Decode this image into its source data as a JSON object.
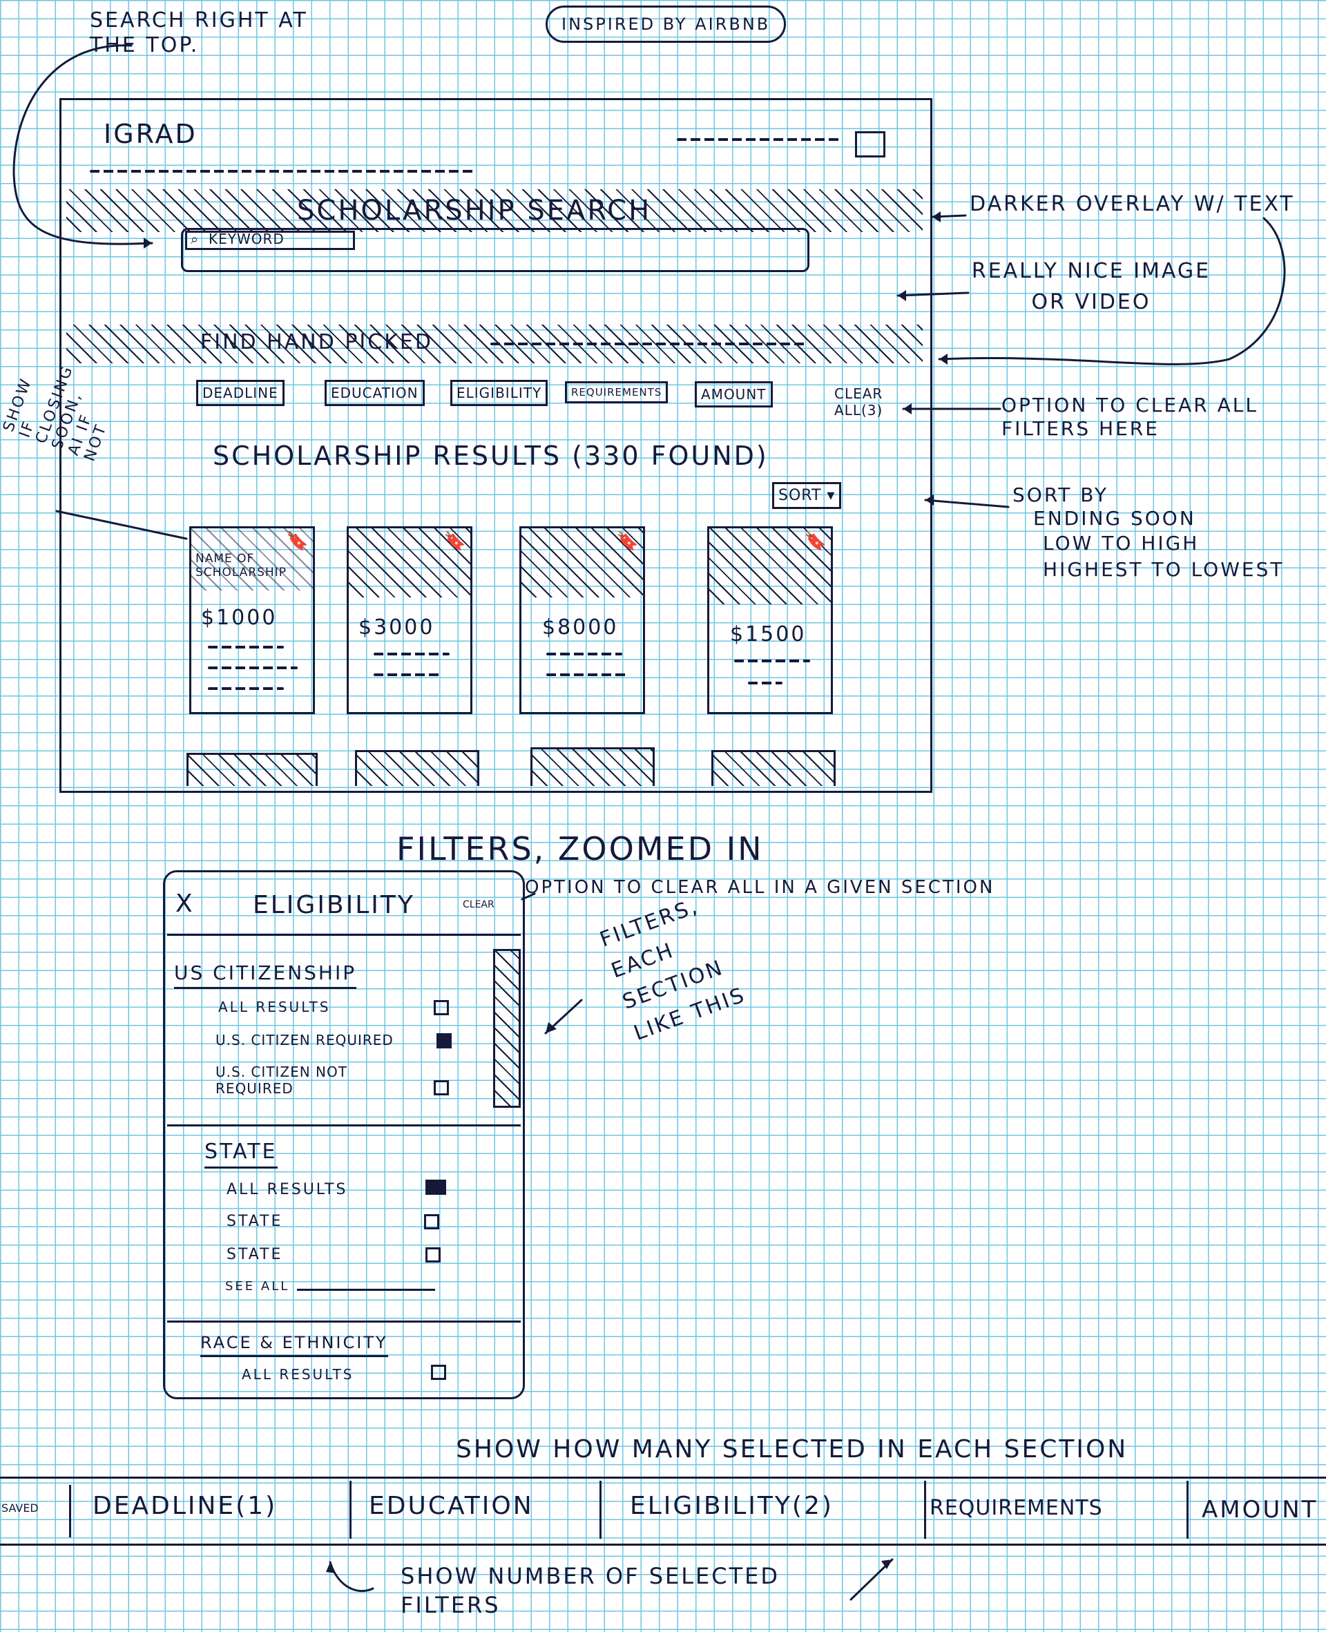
{
  "notes": {
    "search_top": "SEARCH RIGHT AT THE TOP.",
    "inspired": "INSPIRED BY AIRBNB",
    "darker_overlay": "DARKER OVERLAY W/ TEXT",
    "image_video": "REALLY NICE IMAGE OR VIDEO",
    "clear_filters": "OPTION TO CLEAR ALL FILTERS HERE",
    "sort_by": [
      "SORT BY",
      "ENDING SOON",
      "LOW TO HIGH",
      "HIGHEST TO LOWEST"
    ],
    "side_note": "SHOW IF CLOSING SOON, AI IF NOT"
  },
  "wireframe": {
    "logo": "IGRAD",
    "hero_title": "SCHOLARSHIP SEARCH",
    "search_placeholder": "KEYWORD",
    "banner_text": "FIND HAND PICKED",
    "filters": [
      "DEADLINE",
      "EDUCATION",
      "ELIGIBILITY",
      "REQUIREMENTS",
      "AMOUNT"
    ],
    "clear_all": "CLEAR ALL(3)",
    "results_title": "SCHOLARSHIP RESULTS (330 FOUND)",
    "sort_label": "SORT",
    "cards": [
      {
        "name": "NAME OF SCHOLARSHIP",
        "amount": "$1000"
      },
      {
        "name": "",
        "amount": "$3000"
      },
      {
        "name": "",
        "amount": "$8000"
      },
      {
        "name": "",
        "amount": "$1500"
      }
    ]
  },
  "zoom": {
    "heading": "FILTERS, ZOOMED IN",
    "panel_title": "ELIGIBILITY",
    "close_icon": "X",
    "clear": "CLEAR",
    "clear_note": "OPTION TO CLEAR ALL IN A GIVEN SECTION",
    "each_section": "FILTERS, EACH SECTION LIKE THIS",
    "sections": [
      {
        "title": "US CITIZENSHIP",
        "options": [
          {
            "label": "ALL RESULTS",
            "checked": false
          },
          {
            "label": "U.S. CITIZEN REQUIRED",
            "checked": true
          },
          {
            "label": "U.S. CITIZEN NOT REQUIRED",
            "checked": false
          }
        ]
      },
      {
        "title": "STATE",
        "options": [
          {
            "label": "ALL RESULTS",
            "checked": true
          },
          {
            "label": "STATE",
            "checked": false
          },
          {
            "label": "STATE",
            "checked": false
          }
        ],
        "more": "SEE ALL"
      },
      {
        "title": "RACE & ETHNICITY",
        "options": [
          {
            "label": "ALL RESULTS",
            "checked": false
          }
        ]
      }
    ]
  },
  "bottom": {
    "note_top": "SHOW HOW MANY SELECTED IN EACH SECTION",
    "saved": "SAVED",
    "tabs": [
      "DEADLINE(1)",
      "EDUCATION",
      "ELIGIBILITY(2)",
      "REQUIREMENTS",
      "AMOUNT"
    ],
    "note_bottom": "SHOW NUMBER OF SELECTED FILTERS"
  }
}
